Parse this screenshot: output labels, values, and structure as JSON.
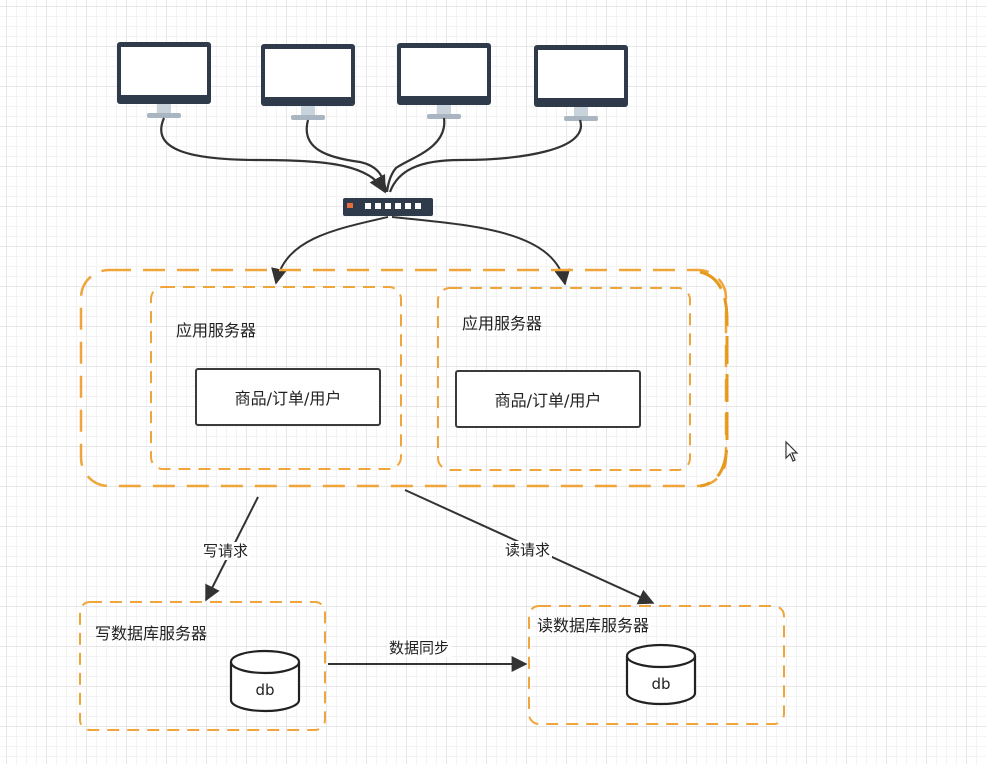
{
  "app_server_left": {
    "title": "应用服务器",
    "module": "商品/订单/用户"
  },
  "app_server_right": {
    "title": "应用服务器",
    "module": "商品/订单/用户"
  },
  "edges": {
    "write": "写请求",
    "read": "读请求",
    "sync": "数据同步"
  },
  "write_db": {
    "title": "写数据库服务器",
    "db": "db"
  },
  "read_db": {
    "title": "读数据库服务器",
    "db": "db"
  },
  "colors": {
    "orange": "#f0a53a",
    "dark_orange": "#e59a1e",
    "line": "#333333",
    "monitor": "#2f3b4a"
  },
  "icons": [
    "monitor-icon",
    "network-switch-icon",
    "database-icon",
    "mouse-cursor-icon"
  ]
}
